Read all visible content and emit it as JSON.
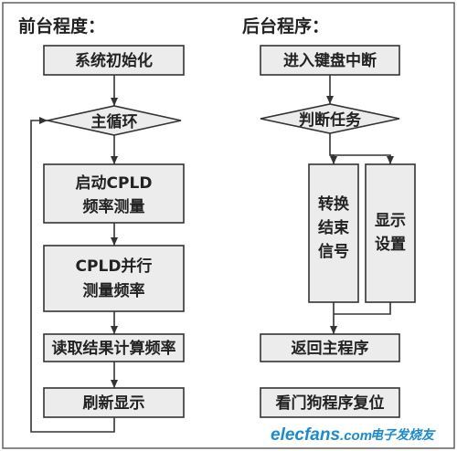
{
  "left_section": {
    "title": "前台程度：",
    "nodes": {
      "init": "系统初始化",
      "main_loop": "主循环",
      "start_cpld_1": "启动CPLD",
      "start_cpld_2": "频率测量",
      "cpld_parallel_1": "CPLD并行",
      "cpld_parallel_2": "测量频率",
      "read_calc": "读取结果计算频率",
      "refresh": "刷新显示"
    }
  },
  "right_section": {
    "title": "后台程序：",
    "nodes": {
      "enter_isr": "进入键盘中断",
      "judge_task": "判断任务",
      "convert_1": "转换",
      "convert_2": "结束",
      "convert_3": "信号",
      "display_1": "显示",
      "display_2": "设置",
      "return_main": "返回主程序",
      "watchdog_reset": "看门狗程序复位"
    }
  },
  "watermark": {
    "brand": "elecfans",
    "domain": ".com",
    "cn_text": "电子发烧友"
  },
  "colors": {
    "line": "#333333",
    "box_fill": "#ececec",
    "watermark": "#1b8bd0"
  }
}
